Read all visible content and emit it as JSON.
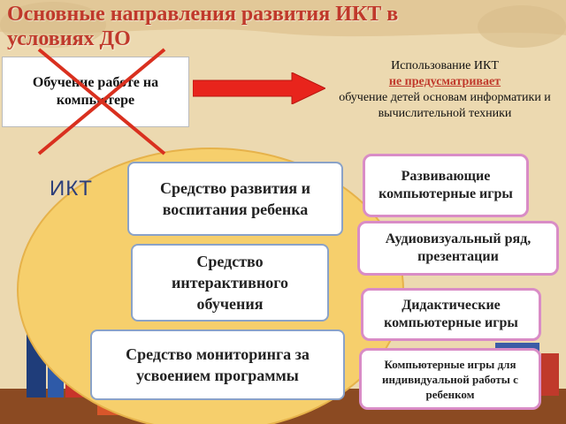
{
  "title": "Основные направления развития ИКТ в условиях ДО",
  "crossed_box": {
    "label": "Обучение работе на компьютере"
  },
  "note": {
    "line1": "Использование ИКТ",
    "highlight": "не предусматривает",
    "line2": "обучение детей основам информатики и вычислительной техники"
  },
  "ikt_label": "ИКТ",
  "left_items": [
    {
      "label": "Средство развития и воспитания ребенка"
    },
    {
      "label": "Средство интерактивного обучения"
    },
    {
      "label": "Средство мониторинга за усвоением программы"
    }
  ],
  "right_items": [
    {
      "label": "Развивающие компьютерные игры"
    },
    {
      "label": "Аудиовизуальный ряд, презентации"
    },
    {
      "label": "Дидактические компьютерные игры"
    },
    {
      "label": "Компьютерные игры для индивидуальной работы с ребенком"
    }
  ],
  "colors": {
    "title": "#c0392b",
    "highlight": "#c0392b",
    "arrow": "#e8241c",
    "cross": "#d9301f",
    "oval": "#f6cf6c"
  }
}
